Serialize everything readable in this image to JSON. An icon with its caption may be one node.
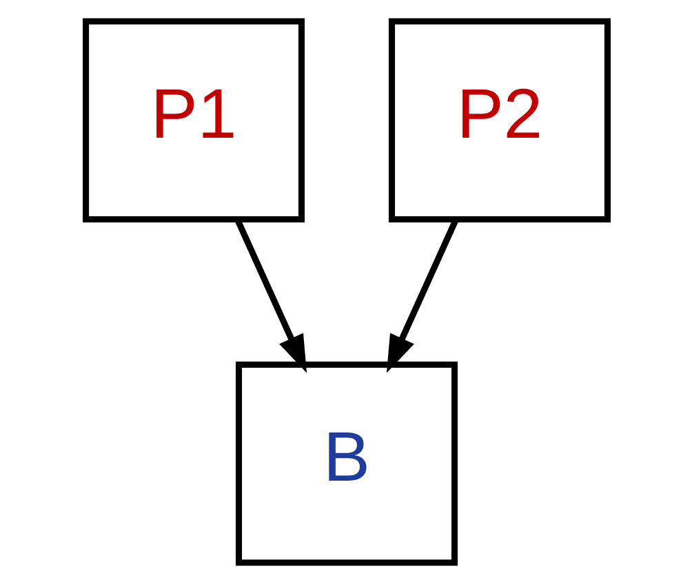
{
  "diagram": {
    "nodes": [
      {
        "text": [
          "P1"
        ]
      },
      {
        "text": [
          "P2"
        ]
      },
      {
        "text": [
          "B"
        ]
      }
    ],
    "edges": [
      {
        "from": 0,
        "to": 2,
        "arrow": "to"
      },
      {
        "from": 1,
        "to": 2,
        "arrow": "to"
      }
    ]
  }
}
